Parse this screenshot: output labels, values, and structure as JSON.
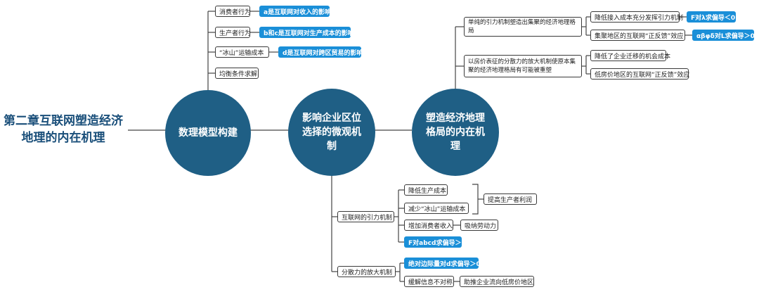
{
  "title": [
    "第二章互联网塑造经济",
    "地理的内在机理"
  ],
  "circles": {
    "model": "数理模型构建",
    "micro": "影响企业区位选择的微观机制",
    "macro": "塑造经济地理格局的内在机理"
  },
  "model_branches": [
    {
      "label": "消费者行为",
      "tag": "a是互联网对收入的影响"
    },
    {
      "label": "生产者行为",
      "tag": "b和c是互联网对生产成本的影响"
    },
    {
      "label": "“冰山”运输成本",
      "tag": "d是互联网对跨区贸易的影响"
    },
    {
      "label": "均衡条件求解",
      "tag": ""
    }
  ],
  "macro_branches": [
    {
      "label": "单纯的引力机制塑造出集聚的经济地理格局",
      "children": [
        {
          "label": "降低接入成本充分发挥引力机制",
          "tag": "F对λ求偏导＜0"
        },
        {
          "label": "集聚地区的互联网“正反馈”效应",
          "tag": "αβφδ对L求偏导＞0"
        }
      ]
    },
    {
      "label": "以房价表征的分散力的放大机制使原本集聚的经济地理格局有可能被重塑",
      "children": [
        {
          "label": "降低了企业迁移的机会成本",
          "tag": ""
        },
        {
          "label": "低房价地区的互联网“正反馈”效应",
          "tag": ""
        }
      ]
    }
  ],
  "micro_branches": [
    {
      "label": "互联网的引力机制",
      "children": [
        "降低生产成本",
        "减少“冰山”运输成本",
        "增加消费者收入"
      ],
      "group_result": "提高生产者利润",
      "income_result": "吸纳劳动力",
      "tag": "F对abcd求偏导＞0"
    },
    {
      "label": "分散力的放大机制",
      "tag": "绝对边际量对d求偏导＞0",
      "child": "缓解信息不对称",
      "result": "助推企业流向低房价地区"
    }
  ]
}
